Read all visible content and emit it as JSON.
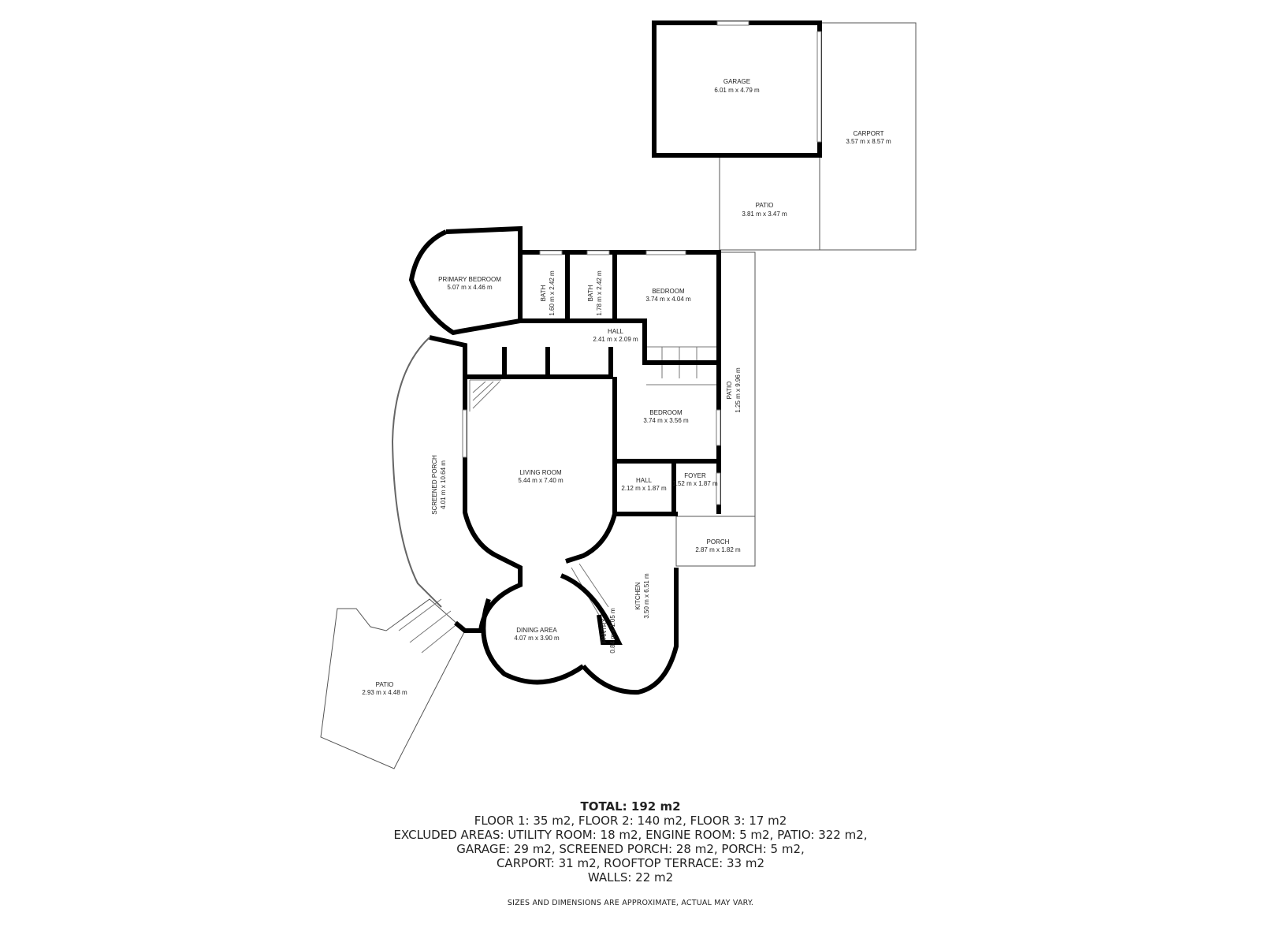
{
  "rooms": {
    "garage": {
      "name": "GARAGE",
      "dims": "6.01 m x 4.79 m"
    },
    "carport": {
      "name": "CARPORT",
      "dims": "3.57 m x 8.57 m"
    },
    "patio_top": {
      "name": "PATIO",
      "dims": "3.81 m x 3.47 m"
    },
    "primary_bedroom": {
      "name": "PRIMARY BEDROOM",
      "dims": "5.07 m x 4.46 m"
    },
    "bath1": {
      "name": "BATH",
      "dims": "1.60 m x 2.42 m"
    },
    "bath2": {
      "name": "BATH",
      "dims": "1.78 m x 2.42 m"
    },
    "bedroom1": {
      "name": "BEDROOM",
      "dims": "3.74 m x 4.04 m"
    },
    "hall1": {
      "name": "HALL",
      "dims": "2.41 m x 2.09 m"
    },
    "bedroom2": {
      "name": "BEDROOM",
      "dims": "3.74 m x 3.56 m"
    },
    "patio_side": {
      "name": "PATIO",
      "dims": "1.25 m x 9.96 m"
    },
    "living_room": {
      "name": "LIVING ROOM",
      "dims": "5.44 m x 7.40 m"
    },
    "screened_porch": {
      "name": "SCREENED PORCH",
      "dims": "4.01 m x 10.64 m"
    },
    "hall2": {
      "name": "HALL",
      "dims": "2.12 m x 1.87 m"
    },
    "foyer": {
      "name": "FOYER",
      "dims": "1.52 m x 1.87 m"
    },
    "porch": {
      "name": "PORCH",
      "dims": "2.87 m x 1.82 m"
    },
    "kitchen": {
      "name": "KITCHEN",
      "dims": "3.50 m x 6.51 m"
    },
    "pantry": {
      "name": "PANTRY",
      "dims": "0.84 m x 1.05 m"
    },
    "dining_area": {
      "name": "DINING AREA",
      "dims": "4.07 m x 3.90 m"
    },
    "patio_bottom": {
      "name": "PATIO",
      "dims": "2.93 m x 4.48 m"
    }
  },
  "summary": {
    "total": "TOTAL: 192 m2",
    "floors": "FLOOR 1: 35 m2, FLOOR 2: 140 m2, FLOOR 3: 17 m2",
    "excluded_1": "EXCLUDED AREAS: UTILITY ROOM: 18 m2, ENGINE ROOM: 5 m2, PATIO: 322 m2,",
    "excluded_2": "GARAGE: 29 m2, SCREENED PORCH: 28 m2, PORCH: 5 m2,",
    "excluded_3": "CARPORT: 31 m2, ROOFTOP TERRACE: 33 m2",
    "walls": "WALLS: 22 m2",
    "disclaimer": "SIZES AND DIMENSIONS ARE APPROXIMATE, ACTUAL MAY VARY."
  }
}
